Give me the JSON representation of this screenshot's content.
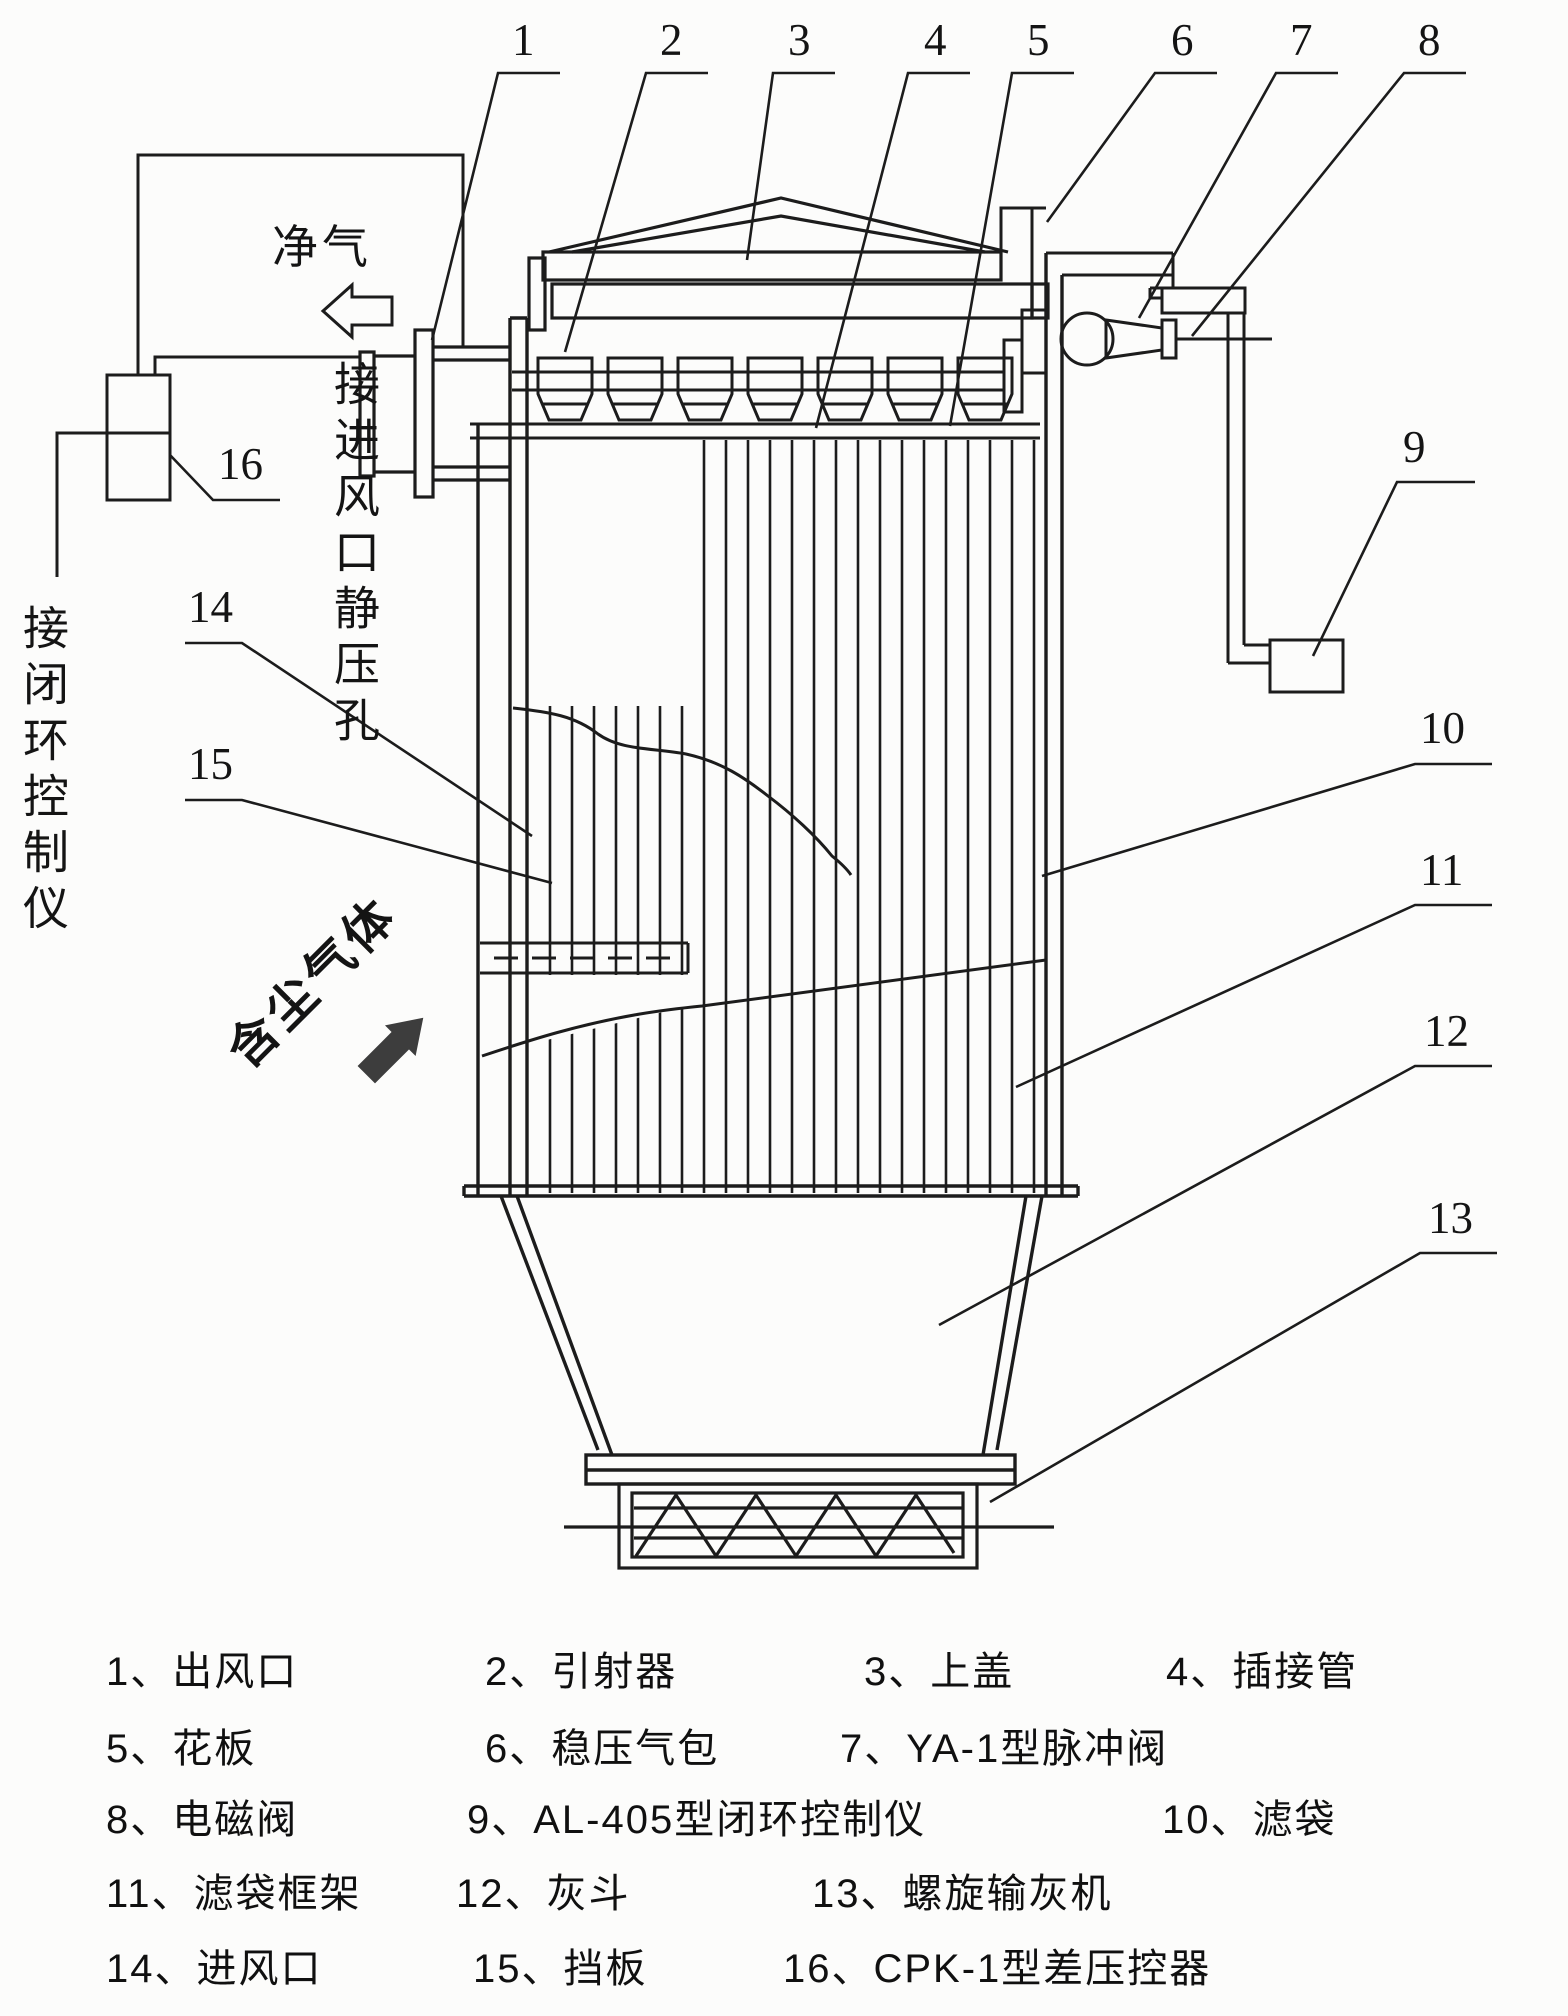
{
  "figure": {
    "type": "technical-diagram",
    "subject": "pulse-jet bag filter dust collector",
    "flow_labels": {
      "clean_gas": "净气",
      "dusty_gas": "含尘气体"
    },
    "annotations": {
      "static_pressure_note": "接进风口静压孔",
      "closed_loop_note": "接闭环控制仪"
    },
    "callouts": [
      "1",
      "2",
      "3",
      "4",
      "5",
      "6",
      "7",
      "8",
      "9",
      "10",
      "11",
      "12",
      "13",
      "14",
      "15",
      "16"
    ],
    "legend": {
      "items": [
        "1、出风口",
        "2、引射器",
        "3、上盖",
        "4、插接管",
        "5、花板",
        "6、稳压气包",
        "7、YA-1型脉冲阀",
        "8、电磁阀",
        "9、AL-405型闭环控制仪",
        "10、滤袋",
        "11、滤袋框架",
        "12、灰斗",
        "13、螺旋输灰机",
        "14、进风口",
        "15、挡板",
        "16、CPK-1型差压控器"
      ]
    },
    "line_color": "#1c1c1c",
    "background": "#fcfcfb"
  }
}
